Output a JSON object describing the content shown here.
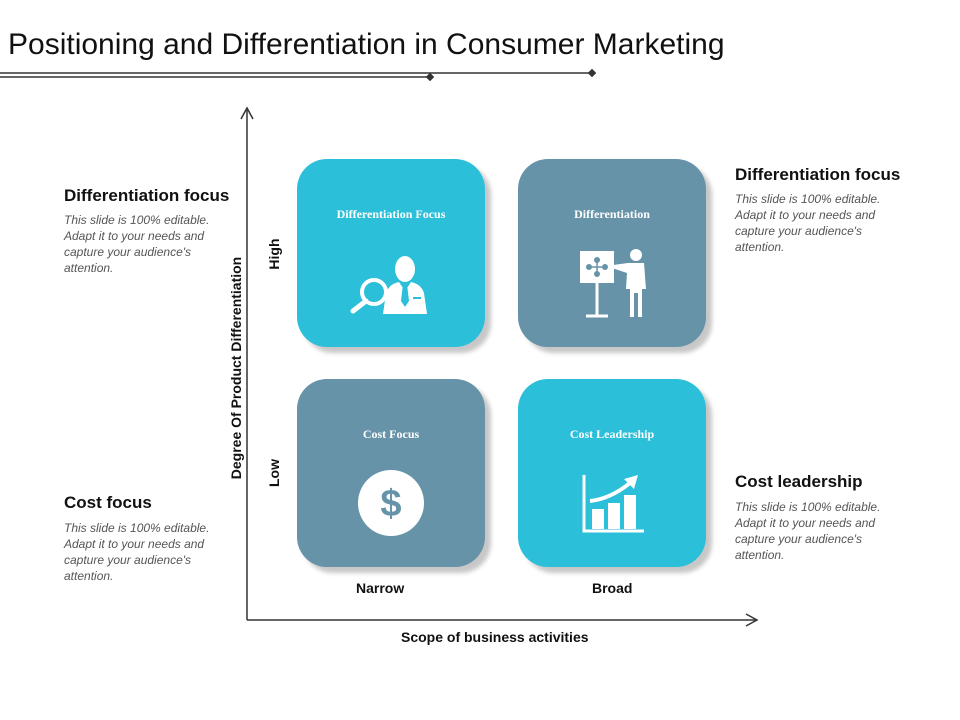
{
  "title": "Positioning and Differentiation in Consumer Marketing",
  "axes": {
    "y_label": "Degree Of Product Differentiation",
    "x_label": "Scope of business activities",
    "y_high": "High",
    "y_low": "Low",
    "x_narrow": "Narrow",
    "x_broad": "Broad"
  },
  "quadrants": [
    {
      "label": "Differentiation Focus",
      "color": "#2bbfd9",
      "icon": "manager-search-icon"
    },
    {
      "label": "Differentiation",
      "color": "#6693a8",
      "icon": "presentation-icon"
    },
    {
      "label": "Cost Focus",
      "color": "#6693a8",
      "icon": "dollar-icon"
    },
    {
      "label": "Cost Leadership",
      "color": "#2bbfd9",
      "icon": "growth-chart-icon"
    }
  ],
  "notes": {
    "top_left": {
      "heading": "Differentiation focus",
      "body": "This slide is 100% editable. Adapt it to your needs and capture your audience's attention."
    },
    "top_right": {
      "heading": "Differentiation focus",
      "body": "This slide is 100% editable. Adapt it to your needs and capture your audience's attention."
    },
    "bottom_left": {
      "heading": "Cost focus",
      "body": "This slide is 100% editable. Adapt it to your needs and capture your audience's attention."
    },
    "bottom_right": {
      "heading": "Cost leadership",
      "body": "This slide is 100% editable. Adapt it to your needs and capture your audience's attention."
    }
  }
}
